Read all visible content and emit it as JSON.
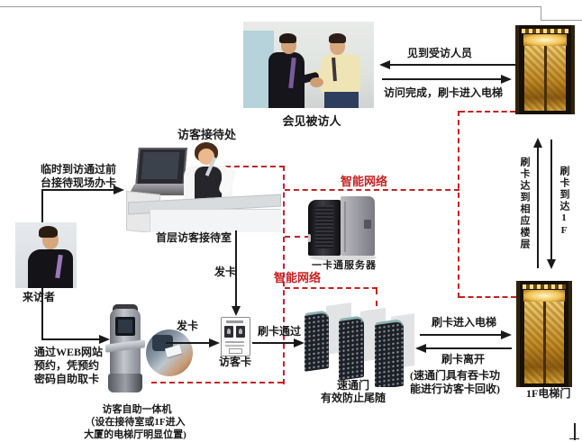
{
  "colors": {
    "network_red": "#c52222",
    "arrow_black": "#1a1a1a",
    "frame_gray": "#9a9a9a",
    "elevator_gold": "#d9a83c"
  },
  "meeting": {
    "caption": "会见被访人",
    "arrow_meet_label": "见到受访人员",
    "arrow_done_label": "访问完成，刷卡进入电梯"
  },
  "reception": {
    "title": "访客接待处",
    "room_label": "首层访客接待室",
    "walkin_line1": "临时到访通过前",
    "walkin_line2": "台接待现场办卡",
    "issue_card_label": "发卡"
  },
  "visitor": {
    "label": "来访者",
    "web_line1": "通过WEB网站",
    "web_line2": "预约，凭预约",
    "web_line3": "密码自助取卡"
  },
  "kiosk": {
    "caption_line1": "访客自助一体机",
    "caption_line2": "（设在接待室或1F进入",
    "caption_line3": "大厦的电梯厅明显位置)",
    "issue_card_label": "发卡"
  },
  "card": {
    "label": "访客卡",
    "swipe_pass_label": "刷卡通过"
  },
  "network": {
    "label_top": "智能网络",
    "label_bottom": "智能网络",
    "server_caption": "一卡通服务器"
  },
  "gates": {
    "name": "速通门",
    "tagline": "有效防止尾随",
    "enter_elevator_label": "刷卡进入电梯",
    "leave_label": "刷卡离开",
    "note_line1": "(速通门具有吞卡功",
    "note_line2": "能进行访客卡回收)"
  },
  "elevator": {
    "bottom_caption": "1F电梯门",
    "up_arrow_label": "刷卡达到相应楼层",
    "down_arrow_label": "刷卡到达1F"
  }
}
